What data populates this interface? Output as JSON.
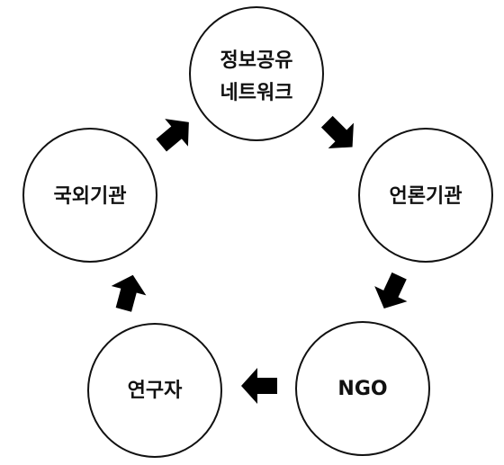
{
  "nodes": {
    "info_network": {
      "line1": "정보공유",
      "line2": "네트워크"
    },
    "press": {
      "label": "언론기관"
    },
    "ngo": {
      "label": "NGO"
    },
    "researcher": {
      "label": "연구자"
    },
    "foreign_org": {
      "label": "국외기관"
    }
  },
  "colors": {
    "stroke": "#111111",
    "fill": "#ffffff",
    "arrow": "#000000"
  }
}
